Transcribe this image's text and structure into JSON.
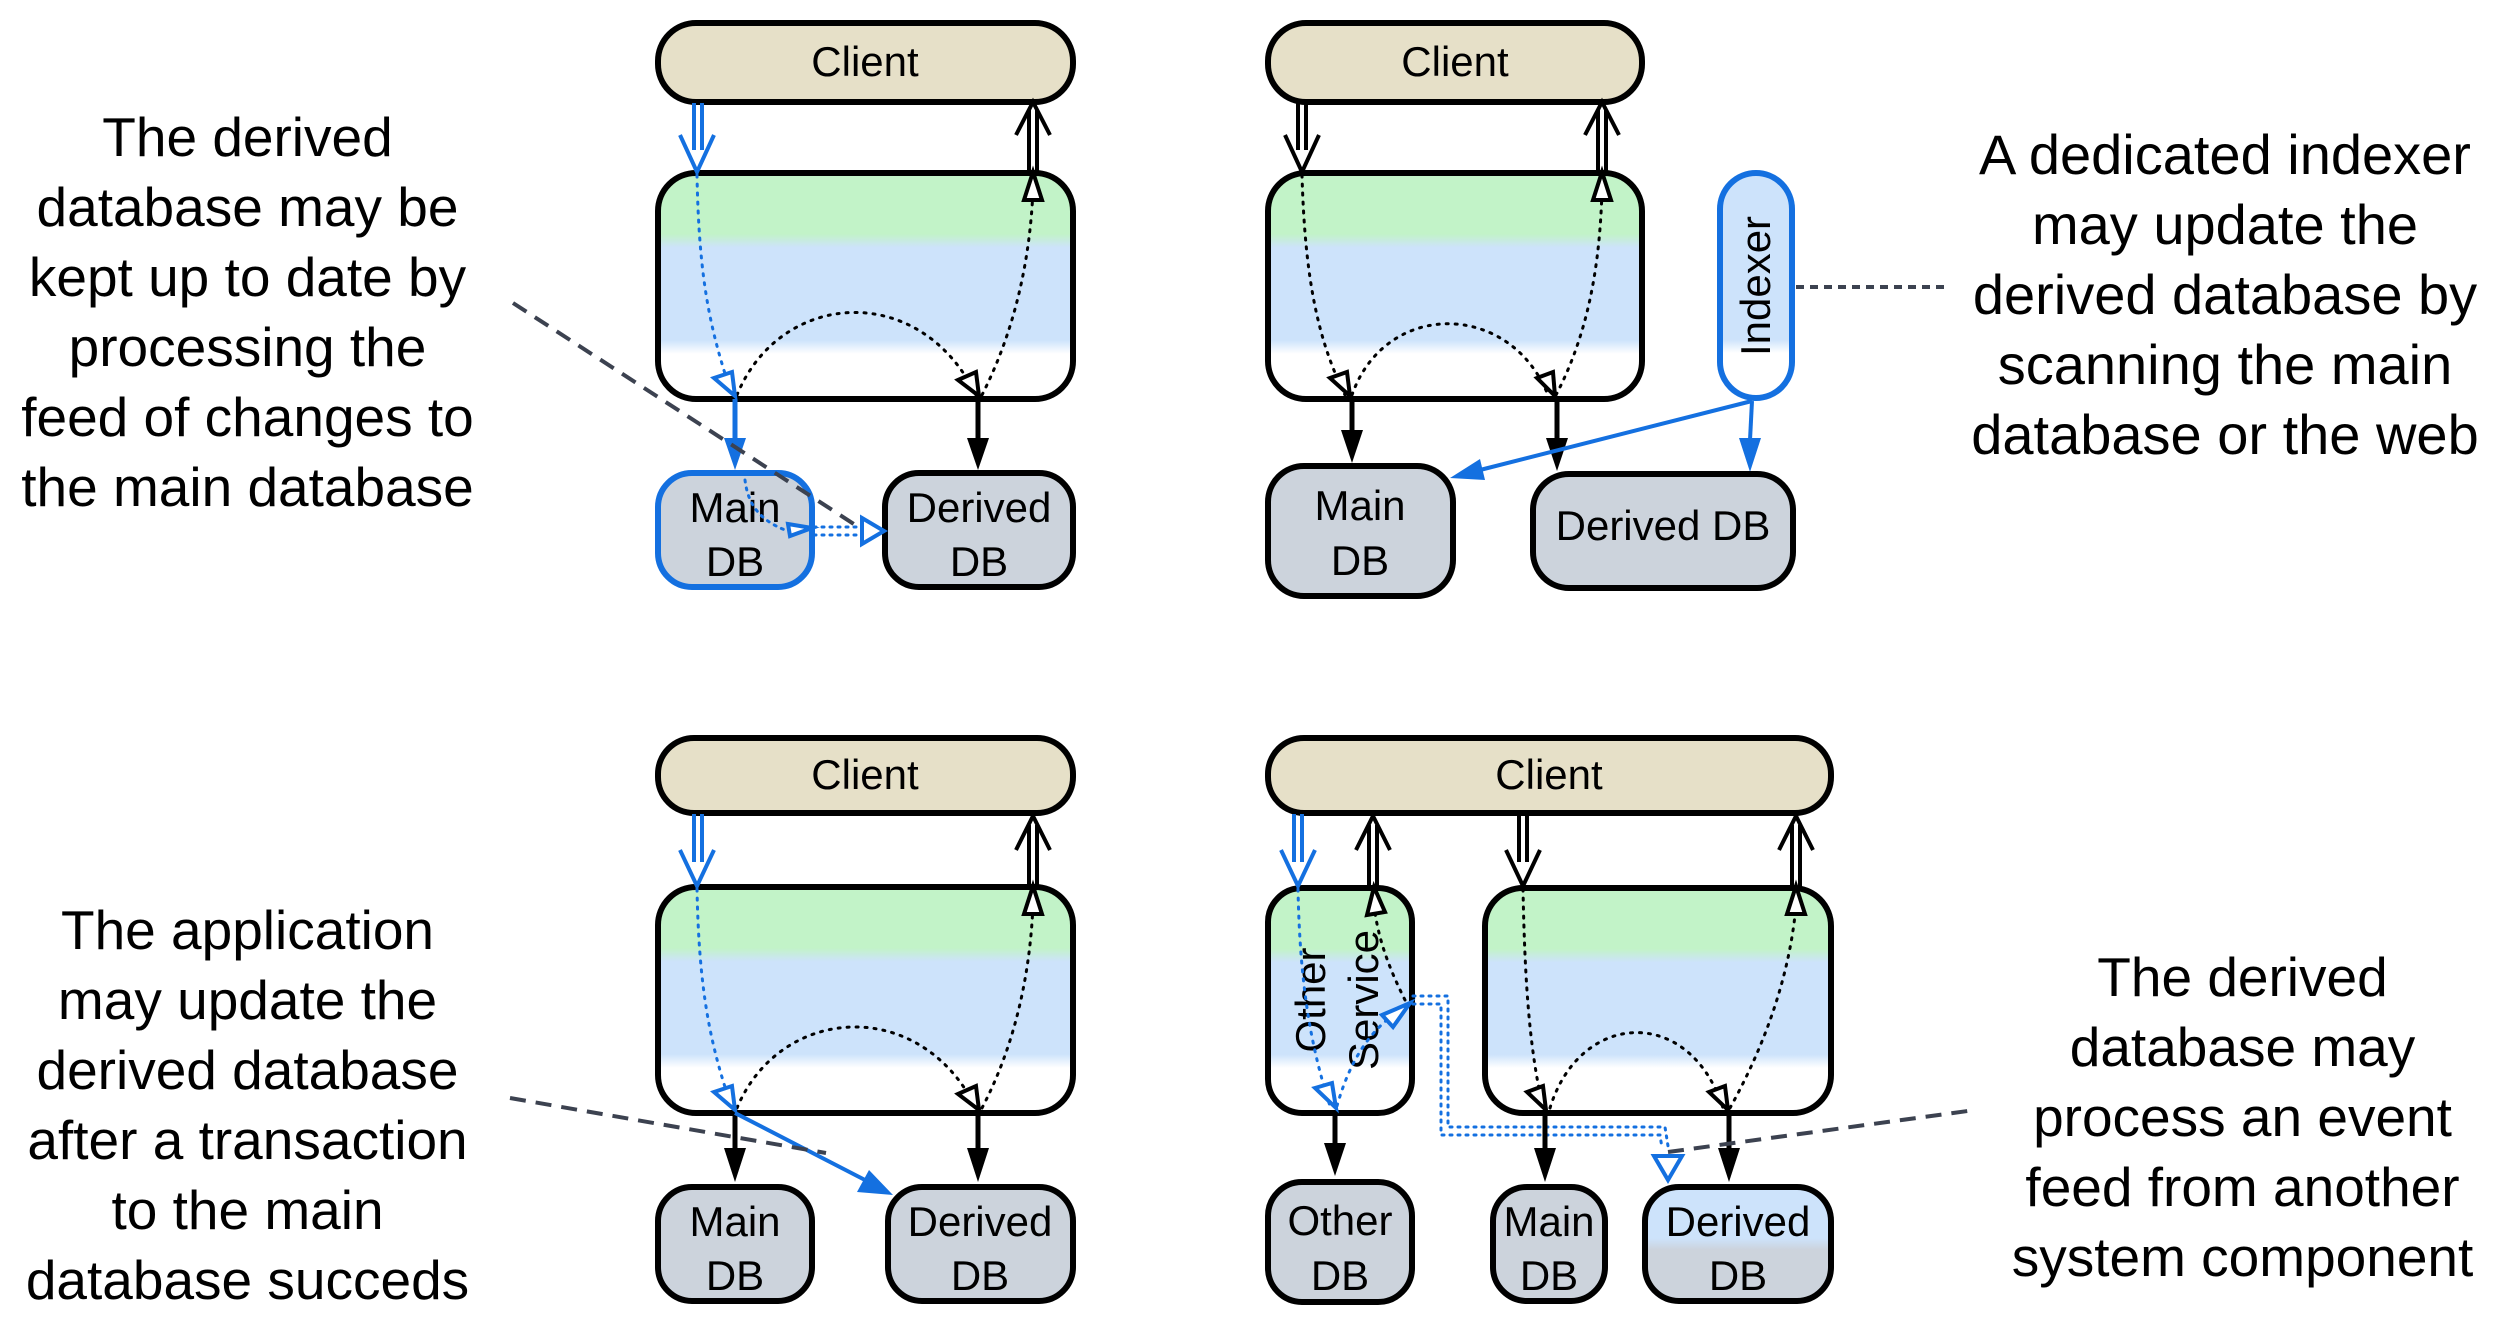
{
  "colors": {
    "client_fill": "#e6e0c8",
    "db_fill": "#ccd3dc",
    "db_blue_fill": "#cce0fa",
    "app_green": "#c2f3c8",
    "app_blue": "#cde3fb",
    "highlight_blue": "#1470e0",
    "stroke": "#000000",
    "leader": "#3c4250"
  },
  "panels": [
    {
      "id": "feed-of-changes",
      "client_label": "Client",
      "main_db_label": [
        "Main",
        "DB"
      ],
      "derived_db_label": [
        "Derived",
        "DB"
      ],
      "caption": [
        "The derived",
        "database may be",
        "kept up to date by",
        "processing the",
        "feed of changes to",
        "the main database"
      ]
    },
    {
      "id": "dedicated-indexer",
      "client_label": "Client",
      "indexer_label": "Indexer",
      "main_db_label": [
        "Main",
        "DB"
      ],
      "derived_db_label": [
        "Derived DB"
      ],
      "caption": [
        "A dedicated indexer",
        "may update the",
        "derived database by",
        "scanning the main",
        "database or the web"
      ]
    },
    {
      "id": "application-update",
      "client_label": "Client",
      "main_db_label": [
        "Main",
        "DB"
      ],
      "derived_db_label": [
        "Derived",
        "DB"
      ],
      "caption": [
        "The application",
        "may update the",
        "derived database",
        "after a transaction",
        "to the main",
        "database succeds"
      ]
    },
    {
      "id": "event-feed",
      "client_label": "Client",
      "other_service_label": [
        "Other",
        "Service"
      ],
      "other_db_label": [
        "Other",
        "DB"
      ],
      "main_db_label": [
        "Main",
        "DB"
      ],
      "derived_db_label": [
        "Derived",
        "DB"
      ],
      "caption": [
        "The derived",
        "database may",
        "process an event",
        "feed from another",
        "system component"
      ]
    }
  ]
}
